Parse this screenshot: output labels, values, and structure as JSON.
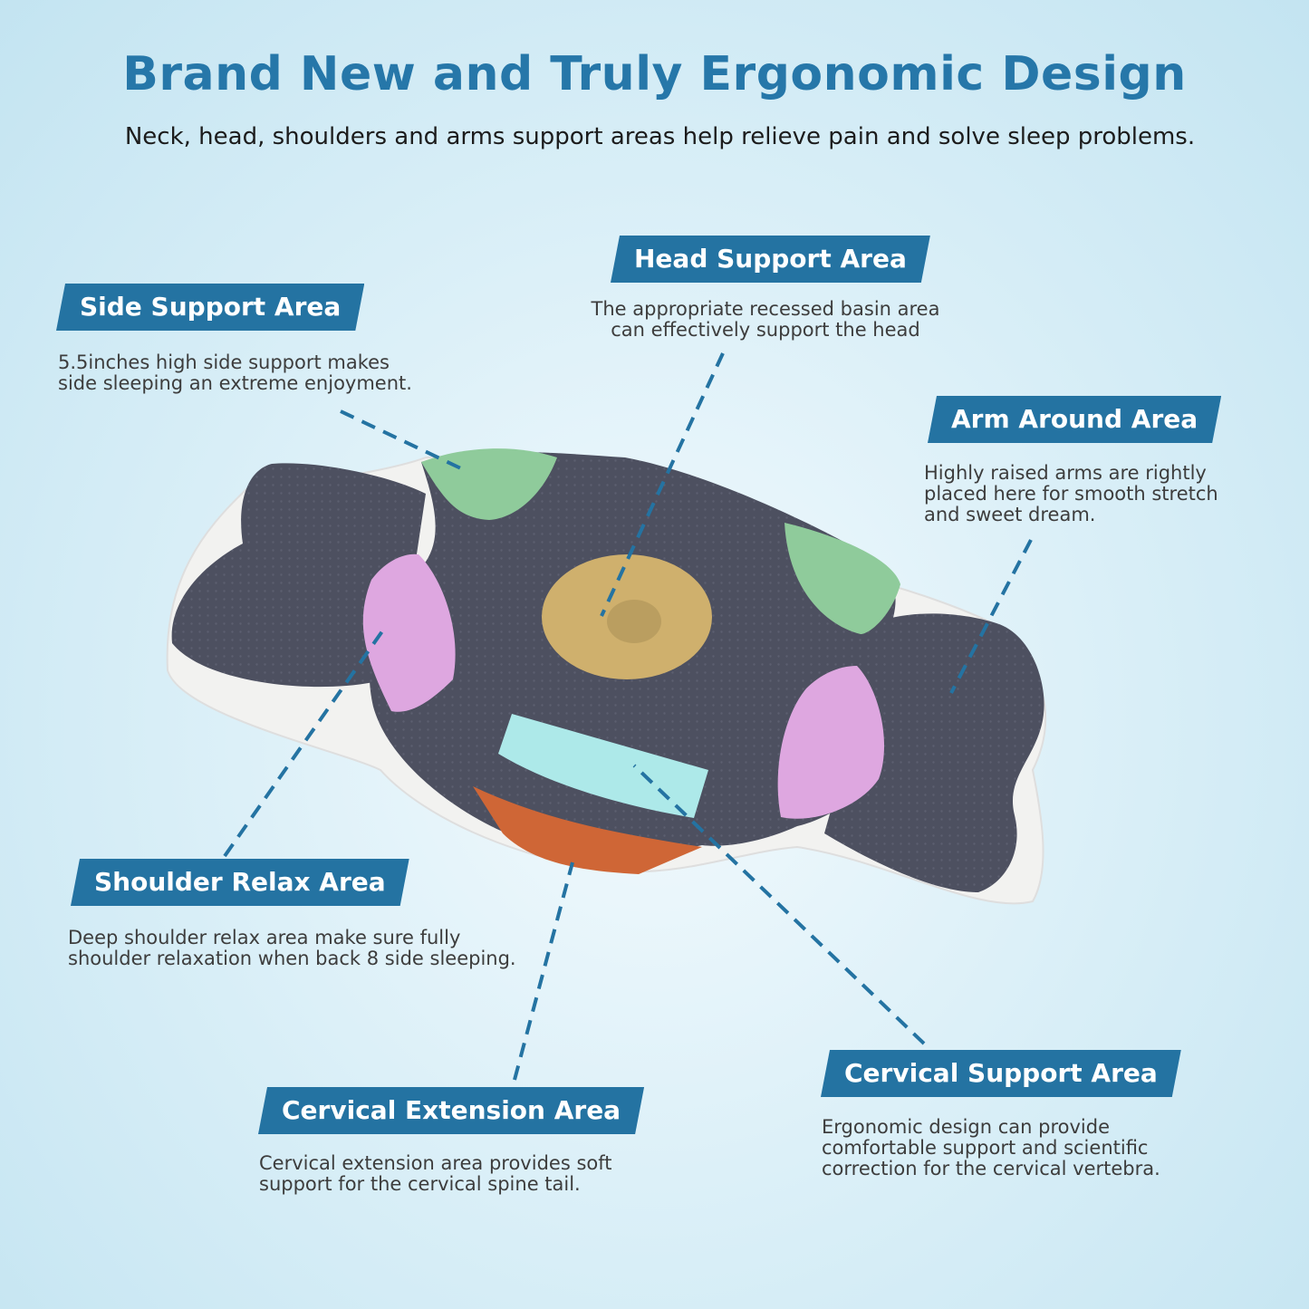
{
  "header": {
    "title": "Brand New and Truly Ergonomic Design",
    "subtitle": "Neck, head, shoulders and arms support areas help relieve pain and solve sleep problems."
  },
  "areas": [
    {
      "key": "side",
      "label": "Side Support Area",
      "text": "5.5inches high side support makes\nside sleeping an extreme enjoyment."
    },
    {
      "key": "head",
      "label": "Head Support Area",
      "text": "The appropriate recessed basin area\ncan effectively support the head"
    },
    {
      "key": "arm",
      "label": "Arm Around Area",
      "text": "Highly raised arms are rightly\nplaced here for smooth stretch\nand sweet dream."
    },
    {
      "key": "shoulder",
      "label": "Shoulder Relax Area",
      "text": "Deep shoulder relax area make sure fully\nshoulder relaxation when back 8 side sleeping."
    },
    {
      "key": "extension",
      "label": "Cervical Extension Area",
      "text": "Cervical extension area provides soft\nsupport for the cervical spine tail."
    },
    {
      "key": "cervical",
      "label": "Cervical Support Area",
      "text": "Ergonomic design can provide\ncomfortable support and scientific\ncorrection for the cervical vertebra."
    }
  ],
  "colors": {
    "accent": "#2473a2",
    "title": "#2677a9",
    "pillow_fabric": "#4d5060",
    "pillow_base": "#f2f2f0",
    "side_zone": "#8fcb9b",
    "shoulder_zone": "#dea7e0",
    "head_zone": "#cfb06d",
    "cervical_zone": "#ade9e9",
    "extension_zone": "#cf6636"
  }
}
